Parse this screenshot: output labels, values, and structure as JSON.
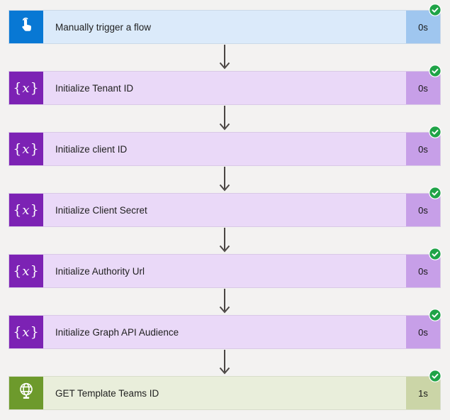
{
  "page": {
    "background": "#f3f2f1"
  },
  "status": {
    "success_icon": "checkmark-icon",
    "success_color": "#1fa347"
  },
  "connector": {
    "arrow_icon": "arrow-down-icon",
    "arrow_color": "#4a4543"
  },
  "themes": {
    "blue": {
      "icon_bg": "#0878d4",
      "body_bg": "#dbeafa",
      "badge_bg": "#9fc6ef"
    },
    "purple": {
      "icon_bg": "#7c22b4",
      "body_bg": "#ead9f8",
      "badge_bg": "#c79fe8"
    },
    "green": {
      "icon_bg": "#6d9a2c",
      "body_bg": "#e9eedb",
      "badge_bg": "#cbd5a7"
    }
  },
  "flow": {
    "steps": [
      {
        "label": "Manually trigger a flow",
        "duration": "0s",
        "icon": "hand-tap-icon",
        "theme": "blue",
        "status": "success"
      },
      {
        "label": "Initialize Tenant ID",
        "duration": "0s",
        "icon": "variable-x-icon",
        "theme": "purple",
        "status": "success"
      },
      {
        "label": "Initialize client ID",
        "duration": "0s",
        "icon": "variable-x-icon",
        "theme": "purple",
        "status": "success"
      },
      {
        "label": "Initialize Client Secret",
        "duration": "0s",
        "icon": "variable-x-icon",
        "theme": "purple",
        "status": "success"
      },
      {
        "label": "Initialize Authority Url",
        "duration": "0s",
        "icon": "variable-x-icon",
        "theme": "purple",
        "status": "success"
      },
      {
        "label": "Initialize Graph API Audience",
        "duration": "0s",
        "icon": "variable-x-icon",
        "theme": "purple",
        "status": "success"
      },
      {
        "label": "GET Template Teams ID",
        "duration": "1s",
        "icon": "globe-icon",
        "theme": "green",
        "status": "success"
      }
    ]
  }
}
